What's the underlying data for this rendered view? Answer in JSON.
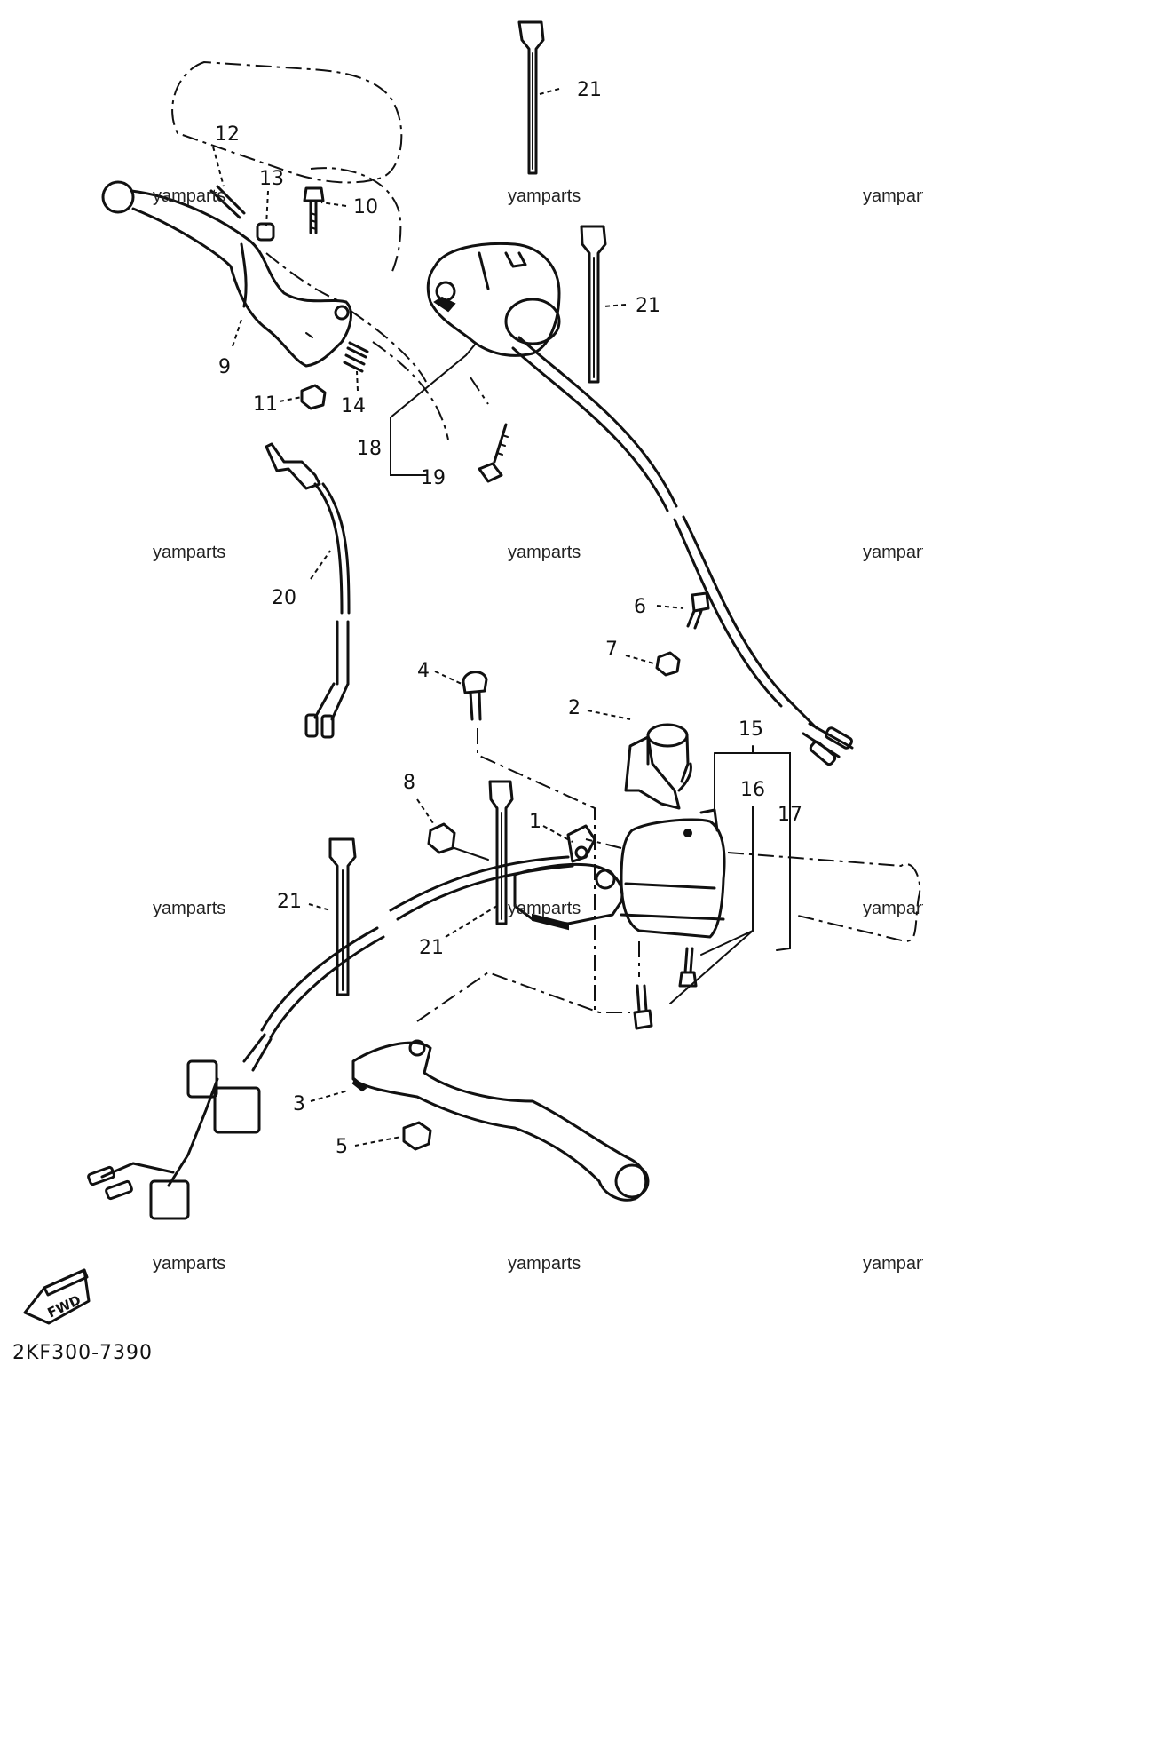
{
  "diagram": {
    "part_code": "2KF300-7390",
    "direction_label": "FWD",
    "watermark": "yamparts",
    "callouts": [
      "1",
      "2",
      "3",
      "4",
      "5",
      "6",
      "7",
      "8",
      "9",
      "10",
      "11",
      "12",
      "13",
      "14",
      "15",
      "16",
      "17",
      "18",
      "19",
      "20",
      "21"
    ]
  }
}
